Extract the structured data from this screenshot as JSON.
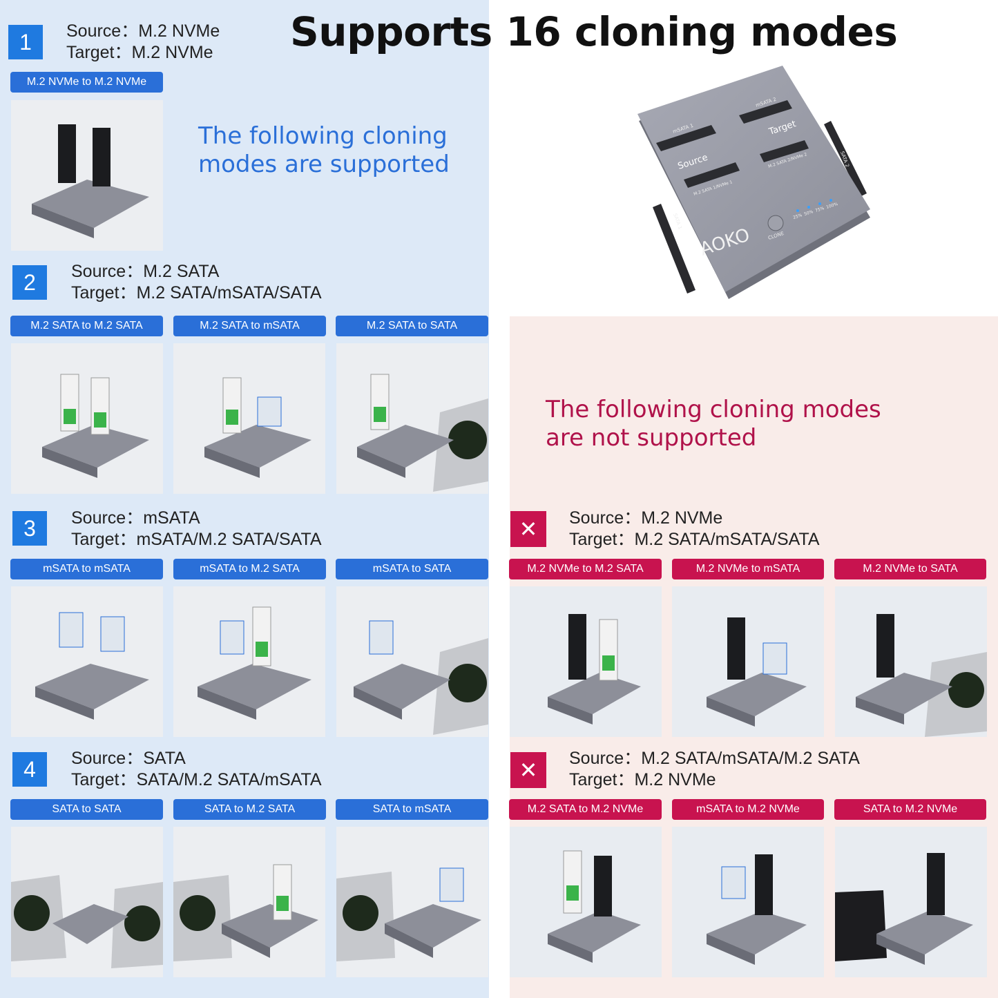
{
  "title": "Supports 16 cloning modes",
  "colors": {
    "accent_blue": "#2a6fd8",
    "accent_red": "#c8134f",
    "left_bg": "#dde9f7",
    "right_bg": "#f9ece9"
  },
  "supported_heading": "The following cloning modes are supported",
  "supported_heading_lines": [
    "The following cloning",
    "modes are supported"
  ],
  "not_supported_heading_lines": [
    "The following cloning modes",
    "are not supported"
  ],
  "product": {
    "brand": "AOKO",
    "slot_labels": [
      "mSATA 1",
      "mSATA 2",
      "M.2 SATA 1/NVMe 1",
      "M.2 SATA 2/NVMe 2"
    ],
    "source_label": "Source",
    "target_label": "Target",
    "button_label": "CLONE",
    "progress_labels": [
      "25%",
      "50%",
      "75%",
      "100%"
    ],
    "side_labels": [
      "SATA 1",
      "SATA 2"
    ]
  },
  "supported_groups": [
    {
      "number": "1",
      "source": "Source：M.2 NVMe",
      "target": "Target：M.2 NVMe",
      "modes": [
        "M.2 NVMe to M.2 NVMe"
      ]
    },
    {
      "number": "2",
      "source": "Source：M.2 SATA",
      "target": "Target：M.2 SATA/mSATA/SATA",
      "modes": [
        "M.2 SATA to M.2 SATA",
        "M.2 SATA to mSATA",
        "M.2 SATA to SATA"
      ]
    },
    {
      "number": "3",
      "source": "Source：mSATA",
      "target": "Target：mSATA/M.2 SATA/SATA",
      "modes": [
        "mSATA to mSATA",
        "mSATA to M.2 SATA",
        "mSATA to SATA"
      ]
    },
    {
      "number": "4",
      "source": "Source：SATA",
      "target": "Target：SATA/M.2 SATA/mSATA",
      "modes": [
        "SATA to SATA",
        "SATA to M.2 SATA",
        "SATA to mSATA"
      ]
    }
  ],
  "unsupported_groups": [
    {
      "icon": "close-icon",
      "source": "Source：M.2 NVMe",
      "target": "Target：M.2 SATA/mSATA/SATA",
      "modes": [
        "M.2 NVMe to M.2 SATA",
        "M.2 NVMe to mSATA",
        "M.2 NVMe to SATA"
      ]
    },
    {
      "icon": "close-icon",
      "source": "Source：M.2 SATA/mSATA/M.2 SATA",
      "target": "Target：M.2 NVMe",
      "modes": [
        "M.2 SATA to M.2 NVMe",
        "mSATA to M.2 NVMe",
        "SATA to M.2 NVMe"
      ]
    }
  ]
}
